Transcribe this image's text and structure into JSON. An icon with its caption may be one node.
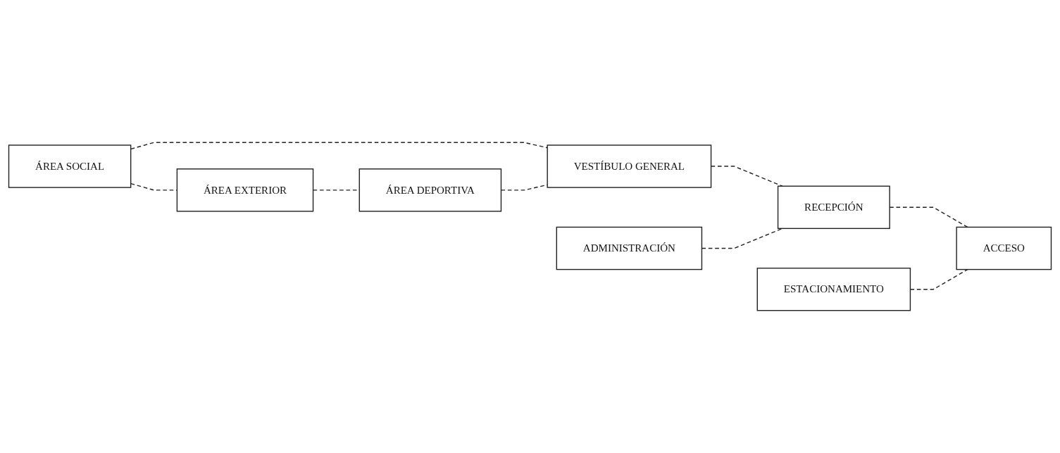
{
  "diagram": {
    "nodes": [
      {
        "text": [
          "ÁREA SOCIAL"
        ]
      },
      {
        "text": [
          "ÁREA EXTERIOR"
        ]
      },
      {
        "text": [
          "ÁREA DEPORTIVA"
        ]
      },
      {
        "text": [
          "VESTÍBULO GENERAL"
        ]
      },
      {
        "text": [
          "ADMINISTRACIÓN"
        ]
      },
      {
        "text": [
          "RECEPCIÓN"
        ]
      },
      {
        "text": [
          "ESTACIONAMIENTO"
        ]
      },
      {
        "text": [
          "ACCESO"
        ]
      }
    ],
    "edges": [
      {
        "from": 0,
        "to": 1,
        "arrow": "none",
        "style": "dashed"
      },
      {
        "from": 1,
        "to": 2,
        "arrow": "none",
        "style": "dashed"
      },
      {
        "from": 0,
        "to": 3,
        "arrow": "none",
        "style": "dashed"
      },
      {
        "from": 2,
        "to": 3,
        "arrow": "none",
        "style": "dashed"
      },
      {
        "from": 3,
        "to": 5,
        "arrow": "none",
        "style": "dashed"
      },
      {
        "from": 4,
        "to": 5,
        "arrow": "none",
        "style": "dashed"
      },
      {
        "from": 5,
        "to": 7,
        "arrow": "none",
        "style": "dashed"
      },
      {
        "from": 6,
        "to": 7,
        "arrow": "none",
        "style": "dashed"
      }
    ]
  }
}
